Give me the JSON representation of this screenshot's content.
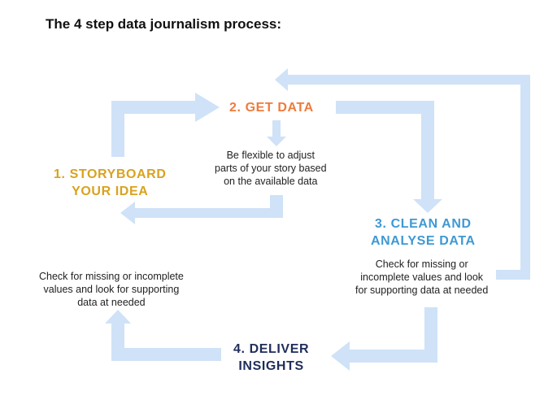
{
  "title": "The 4 step data journalism process:",
  "colors": {
    "arrow": "#cfe2f7",
    "step1": "#d9a21f",
    "step2": "#ef7b3a",
    "step3": "#3e99d3",
    "step4": "#1f2d5a",
    "text": "#222222"
  },
  "steps": [
    {
      "id": 1,
      "lines": [
        "1. STORYBOARD",
        "YOUR IDEA"
      ]
    },
    {
      "id": 2,
      "lines": [
        "2. GET DATA"
      ]
    },
    {
      "id": 3,
      "lines": [
        "3. CLEAN AND",
        "ANALYSE DATA"
      ]
    },
    {
      "id": 4,
      "lines": [
        "4. DELIVER",
        "INSIGHTS"
      ]
    }
  ],
  "notes": {
    "get_data": [
      "Be flexible to adjust",
      "parts of your story based",
      "on the available data"
    ],
    "clean_data": [
      "Check for missing or",
      "incomplete values and look",
      "for supporting data at needed"
    ],
    "deliver": [
      "Check for missing or incomplete",
      "values and look for supporting",
      "data at needed"
    ]
  }
}
